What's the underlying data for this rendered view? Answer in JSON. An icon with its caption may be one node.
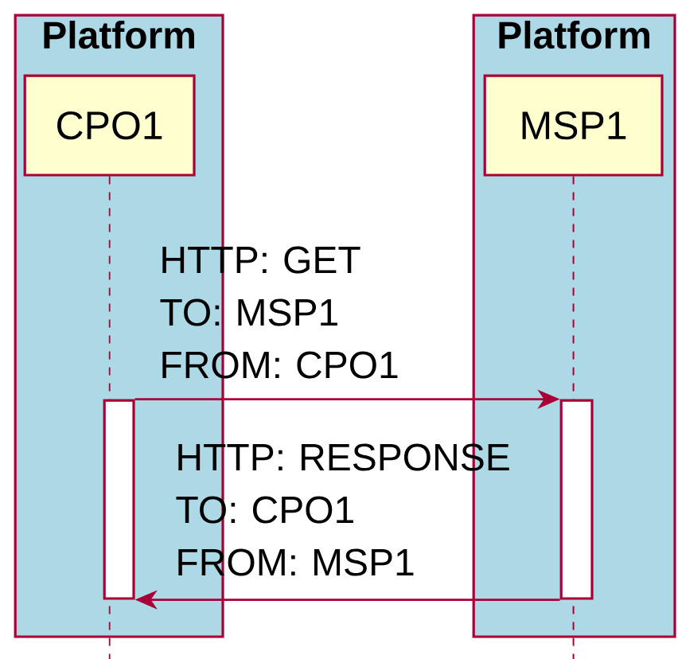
{
  "diagram": {
    "nodes": [
      {
        "text": [
          "Platform"
        ]
      },
      {
        "text": [
          "CPO1"
        ],
        "in": 0
      },
      {
        "text": [
          "Platform"
        ]
      },
      {
        "text": [
          "MSP1"
        ],
        "in": 2
      },
      {
        "text": [],
        "shape": "bar",
        "in": 0
      },
      {
        "text": [],
        "shape": "bar",
        "in": 2
      }
    ],
    "edges": [
      {
        "from": 4,
        "to": 5,
        "arrow": "to",
        "label": "HTTP: GET TO: MSP1 FROM: CPO1"
      },
      {
        "from": 5,
        "to": 4,
        "arrow": "to",
        "label": "HTTP: RESPONSE TO: CPO1 FROM: MSP1"
      }
    ]
  }
}
